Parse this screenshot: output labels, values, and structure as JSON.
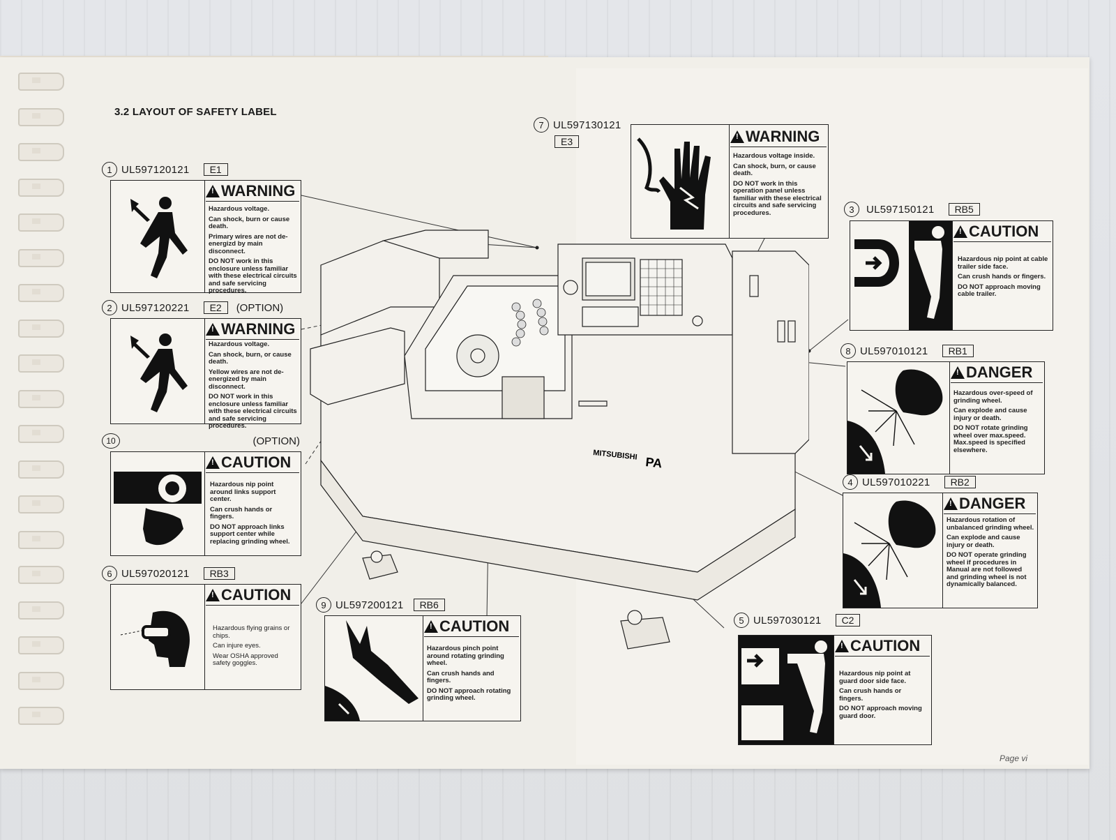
{
  "title": "3.2 LAYOUT OF SAFETY LABEL",
  "page_number": "Page vi",
  "machine_brand": "MITSUBISHI",
  "machine_model": "PA",
  "labels": [
    {
      "num": "1",
      "code": "UL597120121",
      "pos": "E1",
      "option": "",
      "signal": "WARNING",
      "text": [
        "Hazardous voltage.",
        "Can shock, burn or cause death.",
        "Primary wires are not de-energizd by main disconnect.",
        "DO NOT work in this enclosure unless familiar with these electrical circuits and safe servicing procedures."
      ]
    },
    {
      "num": "2",
      "code": "UL597120221",
      "pos": "E2",
      "option": "(OPTION)",
      "signal": "WARNING",
      "text": [
        "Hazardous voltage.",
        "Can shock, burn, or cause death.",
        "Yellow wires are not de-energized by main disconnect.",
        "DO NOT work in this enclosure unless familiar with these electrical circuits and safe servicing procedures."
      ]
    },
    {
      "num": "10",
      "code": "",
      "pos": "",
      "option": "(OPTION)",
      "signal": "CAUTION",
      "text": [
        "Hazardous nip point around links support center.",
        "Can crush hands or fingers.",
        "DO NOT approach links support center while replacing grinding wheel."
      ]
    },
    {
      "num": "6",
      "code": "UL597020121",
      "pos": "RB3",
      "option": "",
      "signal": "CAUTION",
      "text": [
        "Hazardous flying grains or chips.",
        "Can injure eyes.",
        "Wear OSHA approved safety goggles."
      ]
    },
    {
      "num": "9",
      "code": "UL597200121",
      "pos": "RB6",
      "option": "",
      "signal": "CAUTION",
      "text": [
        "Hazardous pinch point around rotating grinding wheel.",
        "Can crush hands and fingers.",
        "DO NOT approach rotating grinding wheel."
      ]
    },
    {
      "num": "7",
      "code": "UL597130121",
      "pos": "E3",
      "option": "",
      "signal": "WARNING",
      "text": [
        "Hazardous voltage inside.",
        "Can shock, burn, or cause death.",
        "DO NOT work in this operation panel unless familiar with these electrical circuits and safe servicing procedures."
      ]
    },
    {
      "num": "3",
      "code": "UL597150121",
      "pos": "RB5",
      "option": "",
      "signal": "CAUTION",
      "text": [
        "Hazardous nip point at cable trailer side face.",
        "Can crush hands or fingers.",
        "DO NOT approach moving cable trailer."
      ]
    },
    {
      "num": "8",
      "code": "UL597010121",
      "pos": "RB1",
      "option": "",
      "signal": "DANGER",
      "text": [
        "Hazardous over-speed of grinding wheel.",
        "Can explode and cause injury or death.",
        "DO NOT rotate grinding wheel over max.speed. Max.speed is specified elsewhere."
      ]
    },
    {
      "num": "4",
      "code": "UL597010221",
      "pos": "RB2",
      "option": "",
      "signal": "DANGER",
      "text": [
        "Hazardous rotation of unbalanced grinding wheel.",
        "Can explode and cause injury or death.",
        "DO NOT operate grinding wheel if procedures in Manual are not followed and grinding wheel is not dynamically balanced."
      ]
    },
    {
      "num": "5",
      "code": "UL597030121",
      "pos": "C2",
      "option": "",
      "signal": "CAUTION",
      "text": [
        "Hazardous nip point at guard door side face.",
        "Can crush hands or fingers.",
        "DO NOT approach moving guard door."
      ]
    }
  ]
}
